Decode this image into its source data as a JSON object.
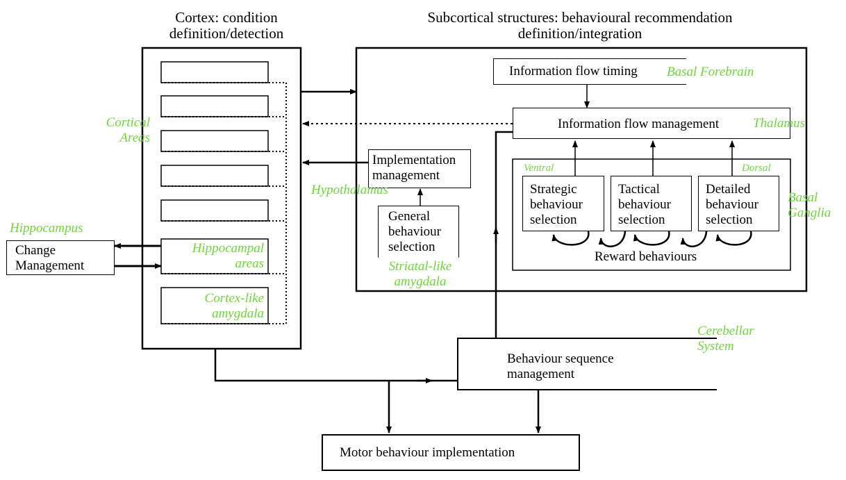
{
  "headings": {
    "cortex_line1": "Cortex: condition",
    "cortex_line2": "definition/detection",
    "subcortical_line1": "Subcortical structures: behavioural recommendation",
    "subcortical_line2": "definition/integration"
  },
  "cortex_labels": {
    "cortical_areas_line1": "Cortical",
    "cortical_areas_line2": "Areas",
    "hippocampal_line1": "Hippocampal",
    "hippocampal_line2": "areas",
    "amygdala_line1": "Cortex-like",
    "amygdala_line2": "amygdala"
  },
  "hippocampus": {
    "region": "Hippocampus",
    "line1": "Change",
    "line2": "Management"
  },
  "info_flow_timing": {
    "label": "Information flow timing",
    "region": "Basal Forebrain"
  },
  "info_flow_management": {
    "label": "Information flow management",
    "region": "Thalamus"
  },
  "implementation": {
    "line1": "Implementation",
    "line2": "management",
    "region": "Hypothalamus"
  },
  "general_selection": {
    "line1": "General",
    "line2": "behaviour",
    "line3": "selection",
    "region_line1": "Striatal-like",
    "region_line2": "amygdala"
  },
  "basal_ganglia": {
    "region_line1": "Basal",
    "region_line2": "Ganglia",
    "ventral": "Ventral",
    "dorsal": "Dorsal",
    "strategic": {
      "line1": "Strategic",
      "line2": "behaviour",
      "line3": "selection"
    },
    "tactical": {
      "line1": "Tactical",
      "line2": "behaviour",
      "line3": "selection"
    },
    "detailed": {
      "line1": "Detailed",
      "line2": "behaviour",
      "line3": "selection"
    },
    "reward": "Reward behaviours"
  },
  "cerebellar": {
    "line1": "Behaviour sequence",
    "line2": "management",
    "region_line1": "Cerebellar",
    "region_line2": "System"
  },
  "motor": {
    "label": "Motor behaviour implementation"
  },
  "colors": {
    "region_label": "#6fd63c",
    "line": "#000000"
  }
}
